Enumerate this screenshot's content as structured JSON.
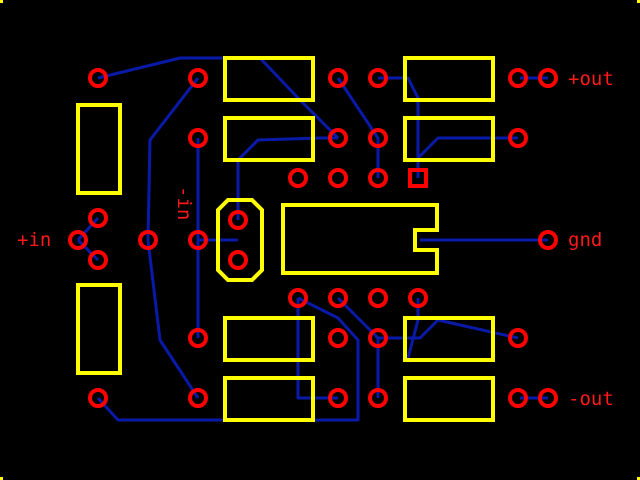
{
  "labels": {
    "plus_in": "+in",
    "minus_in": "-in",
    "plus_out": "+out",
    "gnd": "gnd",
    "minus_out": "-out"
  },
  "colors": {
    "background": "#000000",
    "copper_trace": "#0a1aa8",
    "pad": "#ff0000",
    "silkscreen": "#ffff00",
    "label": "#ff1a1a"
  }
}
